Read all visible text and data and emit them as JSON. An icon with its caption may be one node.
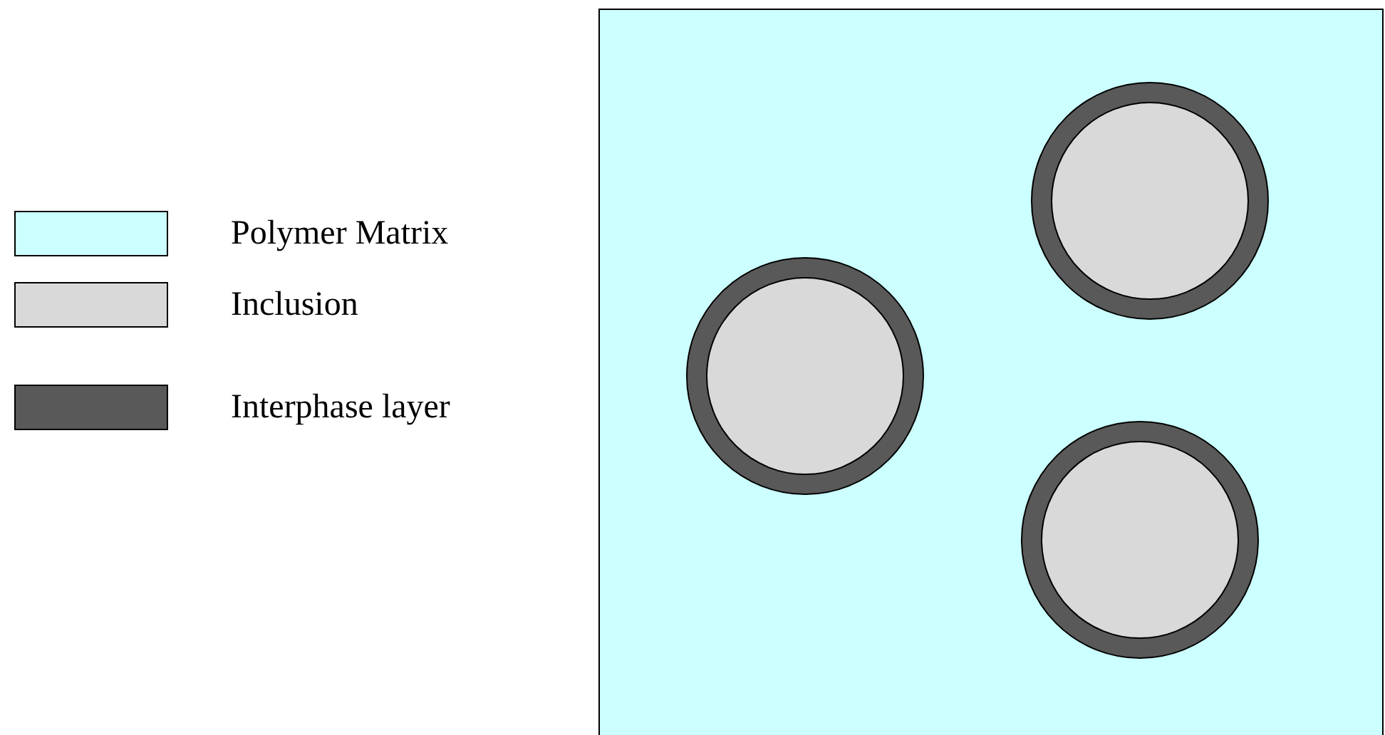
{
  "diagram": {
    "legend": [
      {
        "text": "Polymer Matrix",
        "color": "#ccffff"
      },
      {
        "text": "Inclusion",
        "color": "#d9d9d9"
      },
      {
        "text": "Interphase layer",
        "color": "#595959"
      }
    ]
  }
}
